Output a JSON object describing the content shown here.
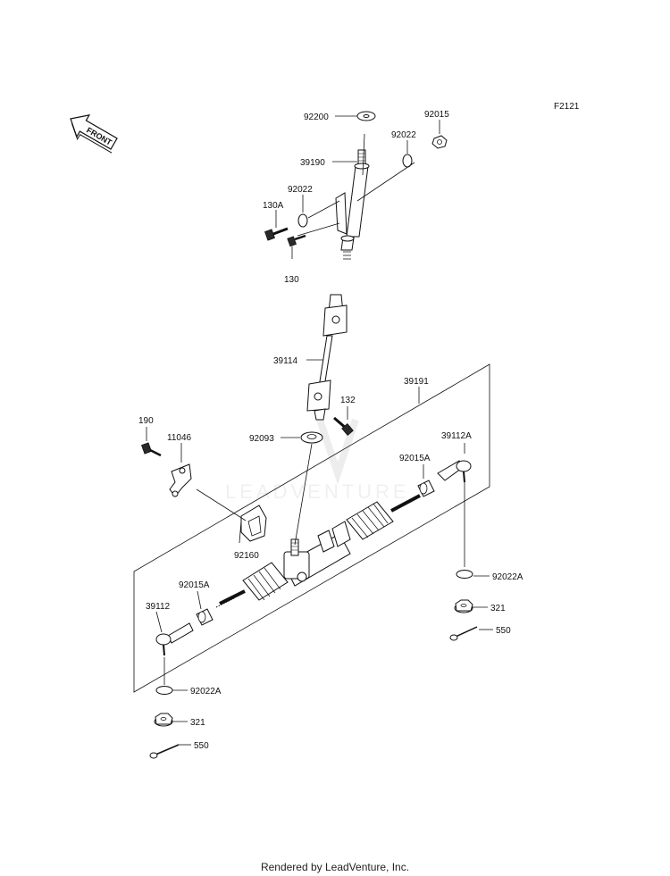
{
  "figure_code": "F2121",
  "front_label": "FRONT",
  "watermark": "LEADVENTURE",
  "footer": "Rendered by LeadVenture, Inc.",
  "callouts": {
    "p92200": "92200",
    "p92015": "92015",
    "p92022_top": "92022",
    "p39190": "39190",
    "p92022_mid": "92022",
    "p130A": "130A",
    "p130": "130",
    "p39114": "39114",
    "p39191": "39191",
    "p132": "132",
    "p190": "190",
    "p11046": "11046",
    "p92093": "92093",
    "p92015A_r": "92015A",
    "p39112A": "39112A",
    "p92160": "92160",
    "p92015A_l": "92015A",
    "p39112": "39112",
    "p92022A_r": "92022A",
    "p321_r": "321",
    "p550_r": "550",
    "p92022A_l": "92022A",
    "p321_l": "321",
    "p550_l": "550"
  }
}
